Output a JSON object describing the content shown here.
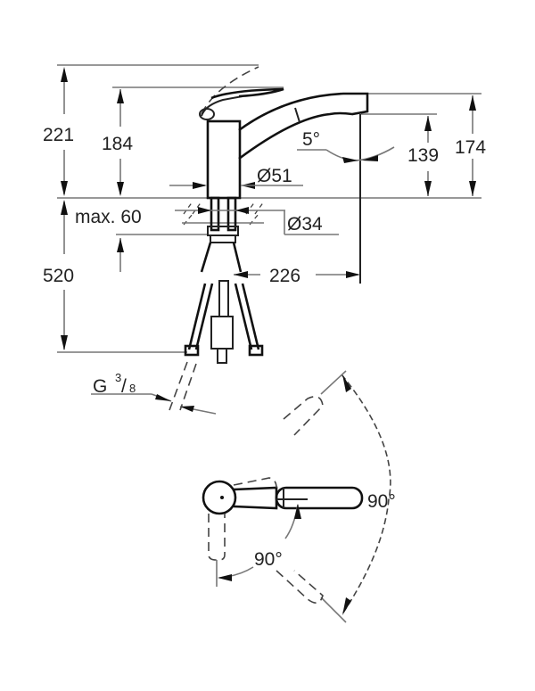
{
  "drawing": {
    "subject": "single-lever kitchen faucet with pull-out spout",
    "dimensions": {
      "total_height": "221",
      "spout_body_height": "184",
      "spout_top_height": "174",
      "outlet_height": "139",
      "spout_angle": "5°",
      "body_diameter": "Ø51",
      "hole_diameter": "Ø34",
      "max_deck_thickness": "max. 60",
      "hose_length": "520",
      "reach": "226",
      "connection_g": "G",
      "connection_num": "3",
      "connection_den": "8",
      "spout_swivel": "90°",
      "lever_rotation": "90°"
    }
  }
}
